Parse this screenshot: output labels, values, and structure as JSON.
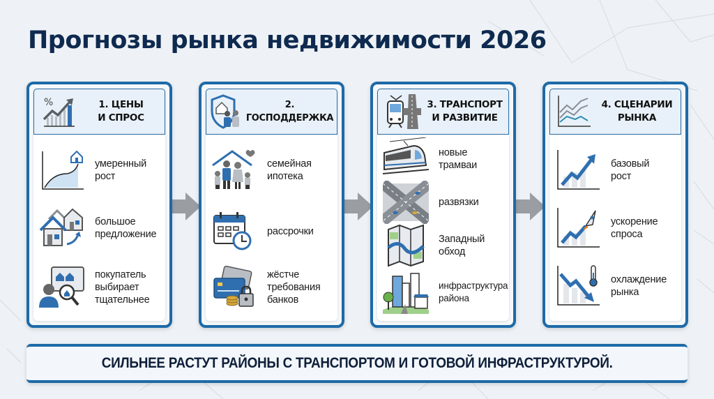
{
  "title": "Прогнозы рынка недвижимости 2026",
  "colors": {
    "title": "#0f2a4f",
    "panel_border": "#1e6aa8",
    "header_bg": "#e8f1f9",
    "icon_blue": "#2f6fb0",
    "icon_gray": "#8a8f96",
    "arrow_gray": "#9a9ea3",
    "background": "#eef2f6"
  },
  "panels": [
    {
      "header": "1. ЦЕНЫ\nИ СПРОС",
      "header_icon": "price-growth-chart-icon",
      "items": [
        {
          "label": "умеренный\nрост",
          "icon": "moderate-growth-chart-icon"
        },
        {
          "label": "большое\nпредложение",
          "icon": "houses-supply-icon"
        },
        {
          "label": "покупатель\nвыбирает\nтщательнее",
          "icon": "buyer-search-icon"
        }
      ]
    },
    {
      "header": "2. ГОСПОДДЕРЖКА",
      "header_icon": "shield-family-icon",
      "items": [
        {
          "label": "семейная\nипотека",
          "icon": "family-house-icon"
        },
        {
          "label": "рассрочки",
          "icon": "calendar-clock-icon"
        },
        {
          "label": "жёстче\nтребования\nбанков",
          "icon": "card-lock-icon"
        }
      ]
    },
    {
      "header": "3. ТРАНСПОРТ\nИ РАЗВИТИЕ",
      "header_icon": "tram-road-icon",
      "items": [
        {
          "label": "новые\nтрамваи",
          "icon": "tram-icon"
        },
        {
          "label": "развязки",
          "icon": "interchange-icon"
        },
        {
          "label": "Западный\nобход",
          "icon": "map-icon"
        },
        {
          "label": "инфраструктура\nрайона",
          "icon": "city-infrastructure-icon"
        }
      ]
    },
    {
      "header": "4. СЦЕНАРИИ\nРЫНКА",
      "header_icon": "scenarios-chart-icon",
      "items": [
        {
          "label": "базовый\nрост",
          "icon": "base-growth-icon"
        },
        {
          "label": "ускорение\nспроса",
          "icon": "rocket-growth-icon"
        },
        {
          "label": "охлаждение\nрынка",
          "icon": "cooling-market-icon"
        }
      ]
    }
  ],
  "footer": "СИЛЬНЕЕ РАСТУТ РАЙОНЫ С ТРАНСПОРТОМ И ГОТОВОЙ ИНФРАСТРУКТУРОЙ."
}
